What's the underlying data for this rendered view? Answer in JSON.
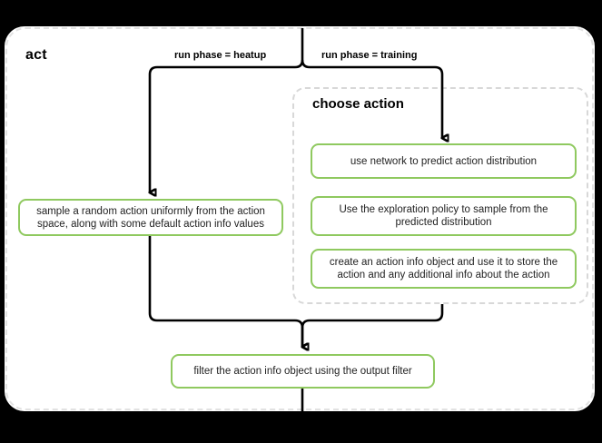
{
  "diagram": {
    "type": "flowchart",
    "outer_container": {
      "label": "act"
    },
    "inner_container": {
      "label": "choose action"
    },
    "edge_labels": {
      "left_branch": "run phase = heatup",
      "right_branch": "run phase = training"
    },
    "nodes": {
      "heatup_sample": "sample a random action uniformly from the action space, along with some default action info values",
      "use_network": "use network to predict action distribution",
      "exploration_policy": "Use the exploration policy to sample from the predicted distribution",
      "create_action_info": "create an action info object and use it to store the action and any additional info about the action",
      "output_filter": "filter the action info object using the output filter"
    },
    "colors": {
      "node_border": "#8fc95f",
      "node_fill": "#ffffff",
      "edge": "#000000",
      "dashed_container": "#e2e2e2",
      "canvas": "#000000",
      "card": "#ffffff"
    }
  }
}
